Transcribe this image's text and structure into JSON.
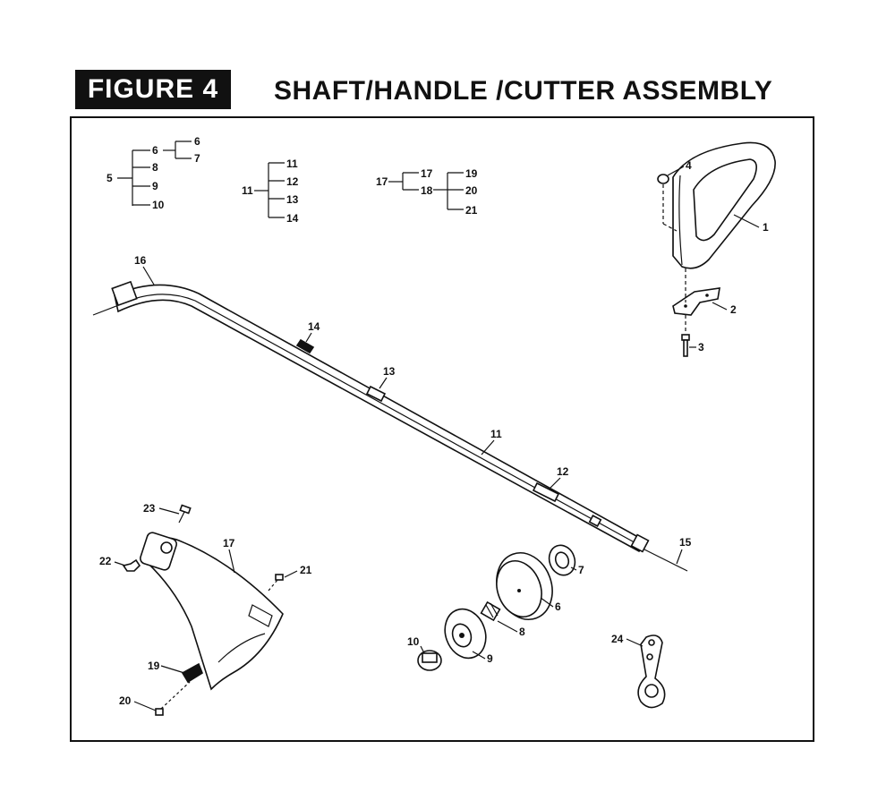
{
  "header": {
    "figure_label": "FIGURE 4",
    "title": "SHAFT/HANDLE /CUTTER ASSEMBLY"
  },
  "kits": {
    "kit_a": {
      "root": "5",
      "sub": "6",
      "sub_children": [
        "6",
        "7"
      ],
      "items": [
        "8",
        "9",
        "10"
      ]
    },
    "kit_b": {
      "root": "11",
      "items": [
        "11",
        "12",
        "13",
        "14"
      ]
    },
    "kit_c": {
      "root": "17",
      "first": "17",
      "second": "18",
      "second_children": [
        "19",
        "20",
        "21"
      ]
    }
  },
  "callouts": [
    "1",
    "2",
    "3",
    "4",
    "6",
    "7",
    "8",
    "9",
    "10",
    "11",
    "12",
    "13",
    "14",
    "15",
    "16",
    "17",
    "19",
    "20",
    "21",
    "22",
    "23",
    "24"
  ]
}
